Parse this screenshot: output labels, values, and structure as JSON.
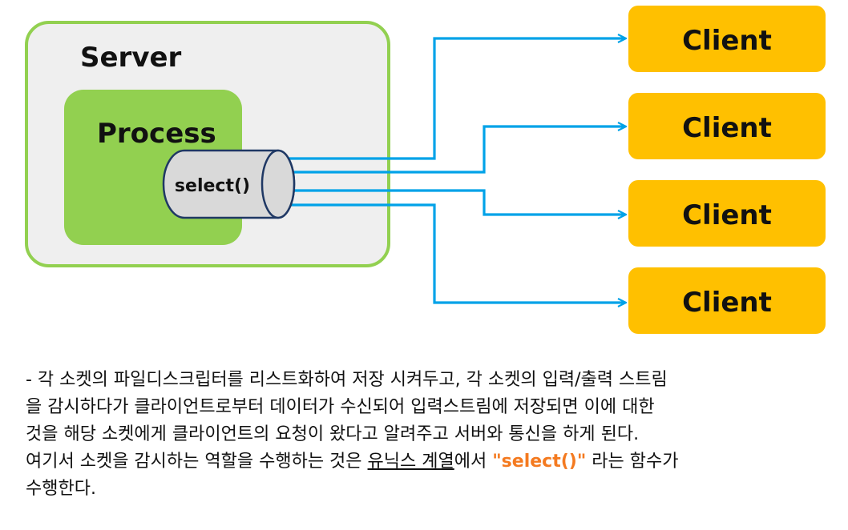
{
  "diagram": {
    "server_label": "Server",
    "process_label": "Process",
    "select_label": "select()",
    "clients": [
      {
        "label": "Client"
      },
      {
        "label": "Client"
      },
      {
        "label": "Client"
      },
      {
        "label": "Client"
      }
    ]
  },
  "description": {
    "line1": "- 각 소켓의 파일디스크립터를 리스트화하여 저장 시켜두고, 각 소켓의 입력/출력 스트림",
    "line2": "을 감시하다가 클라이언트로부터 데이터가 수신되어 입력스트림에 저장되면 이에 대한",
    "line3": "것을 해당 소켓에게 클라이언트의 요청이 왔다고 알려주고 서버와 통신을 하게 된다.",
    "line4_prefix": "여기서 소켓을 감시하는 역할을 수행하는 것은 ",
    "line4_underlined": "유닉스 계열",
    "line4_mid": "에서 ",
    "line4_highlight": "\"select()\"",
    "line4_suffix": " 라는 함수가",
    "line5": "수행한다."
  },
  "colors": {
    "server_fill": "#efefef",
    "server_border": "#92d050",
    "process_fill": "#92d050",
    "client_fill": "#ffc000",
    "arrow": "#00a2e8",
    "highlight_text": "#f47a20",
    "cylinder_fill": "#d9d9d9",
    "cylinder_stroke": "#1f3864"
  }
}
